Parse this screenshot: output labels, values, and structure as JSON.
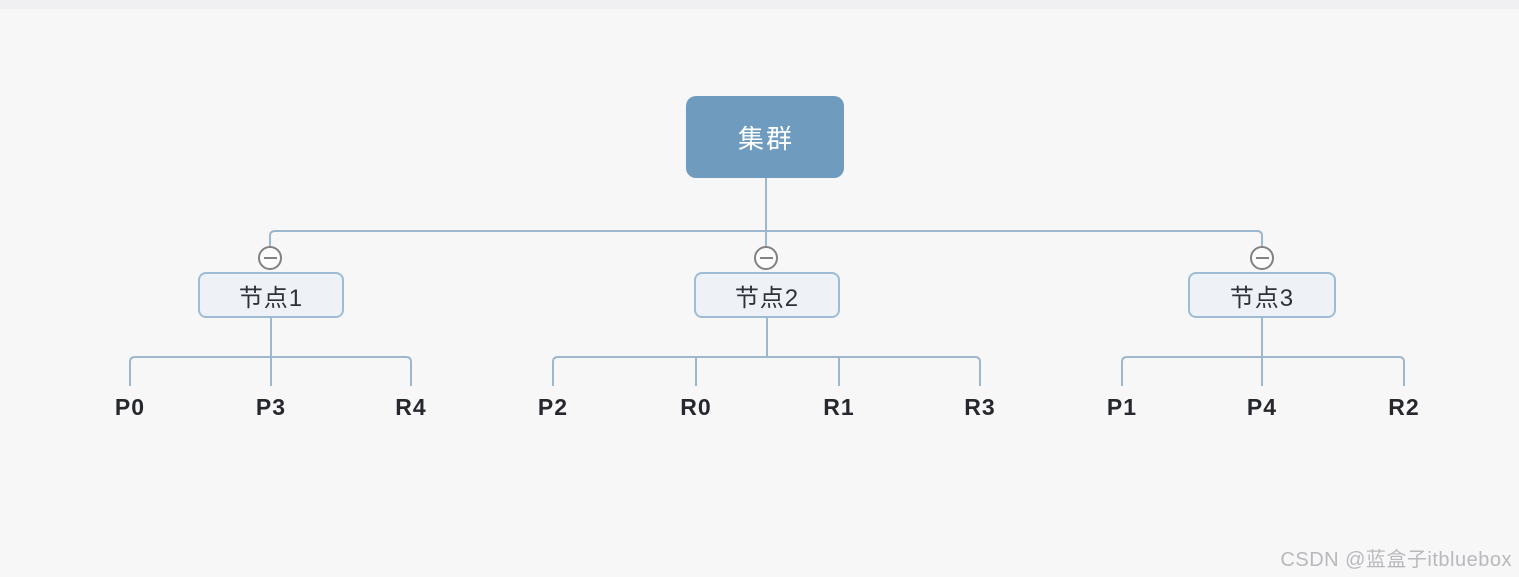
{
  "diagram": {
    "root": {
      "label": "集群"
    },
    "branches": [
      {
        "label": "节点1",
        "leaves": [
          "P0",
          "P3",
          "R4"
        ]
      },
      {
        "label": "节点2",
        "leaves": [
          "P2",
          "R0",
          "R1",
          "R3"
        ]
      },
      {
        "label": "节点3",
        "leaves": [
          "P1",
          "P4",
          "R2"
        ]
      }
    ]
  },
  "watermark": {
    "text": "CSDN @蓝盒子itbluebox"
  },
  "colors": {
    "background": "#f7f7f8",
    "top_band": "#f0f0f2",
    "root_fill": "#6f9cbe",
    "root_text": "#ffffff",
    "branch_fill": "#eef2f7",
    "branch_border": "#9fbcd6",
    "branch_text": "#2e3138",
    "connector": "#9db8ce",
    "collapse_icon": "#828282",
    "leaf_text": "#26282d",
    "watermark_text": "#b9b9bd"
  }
}
